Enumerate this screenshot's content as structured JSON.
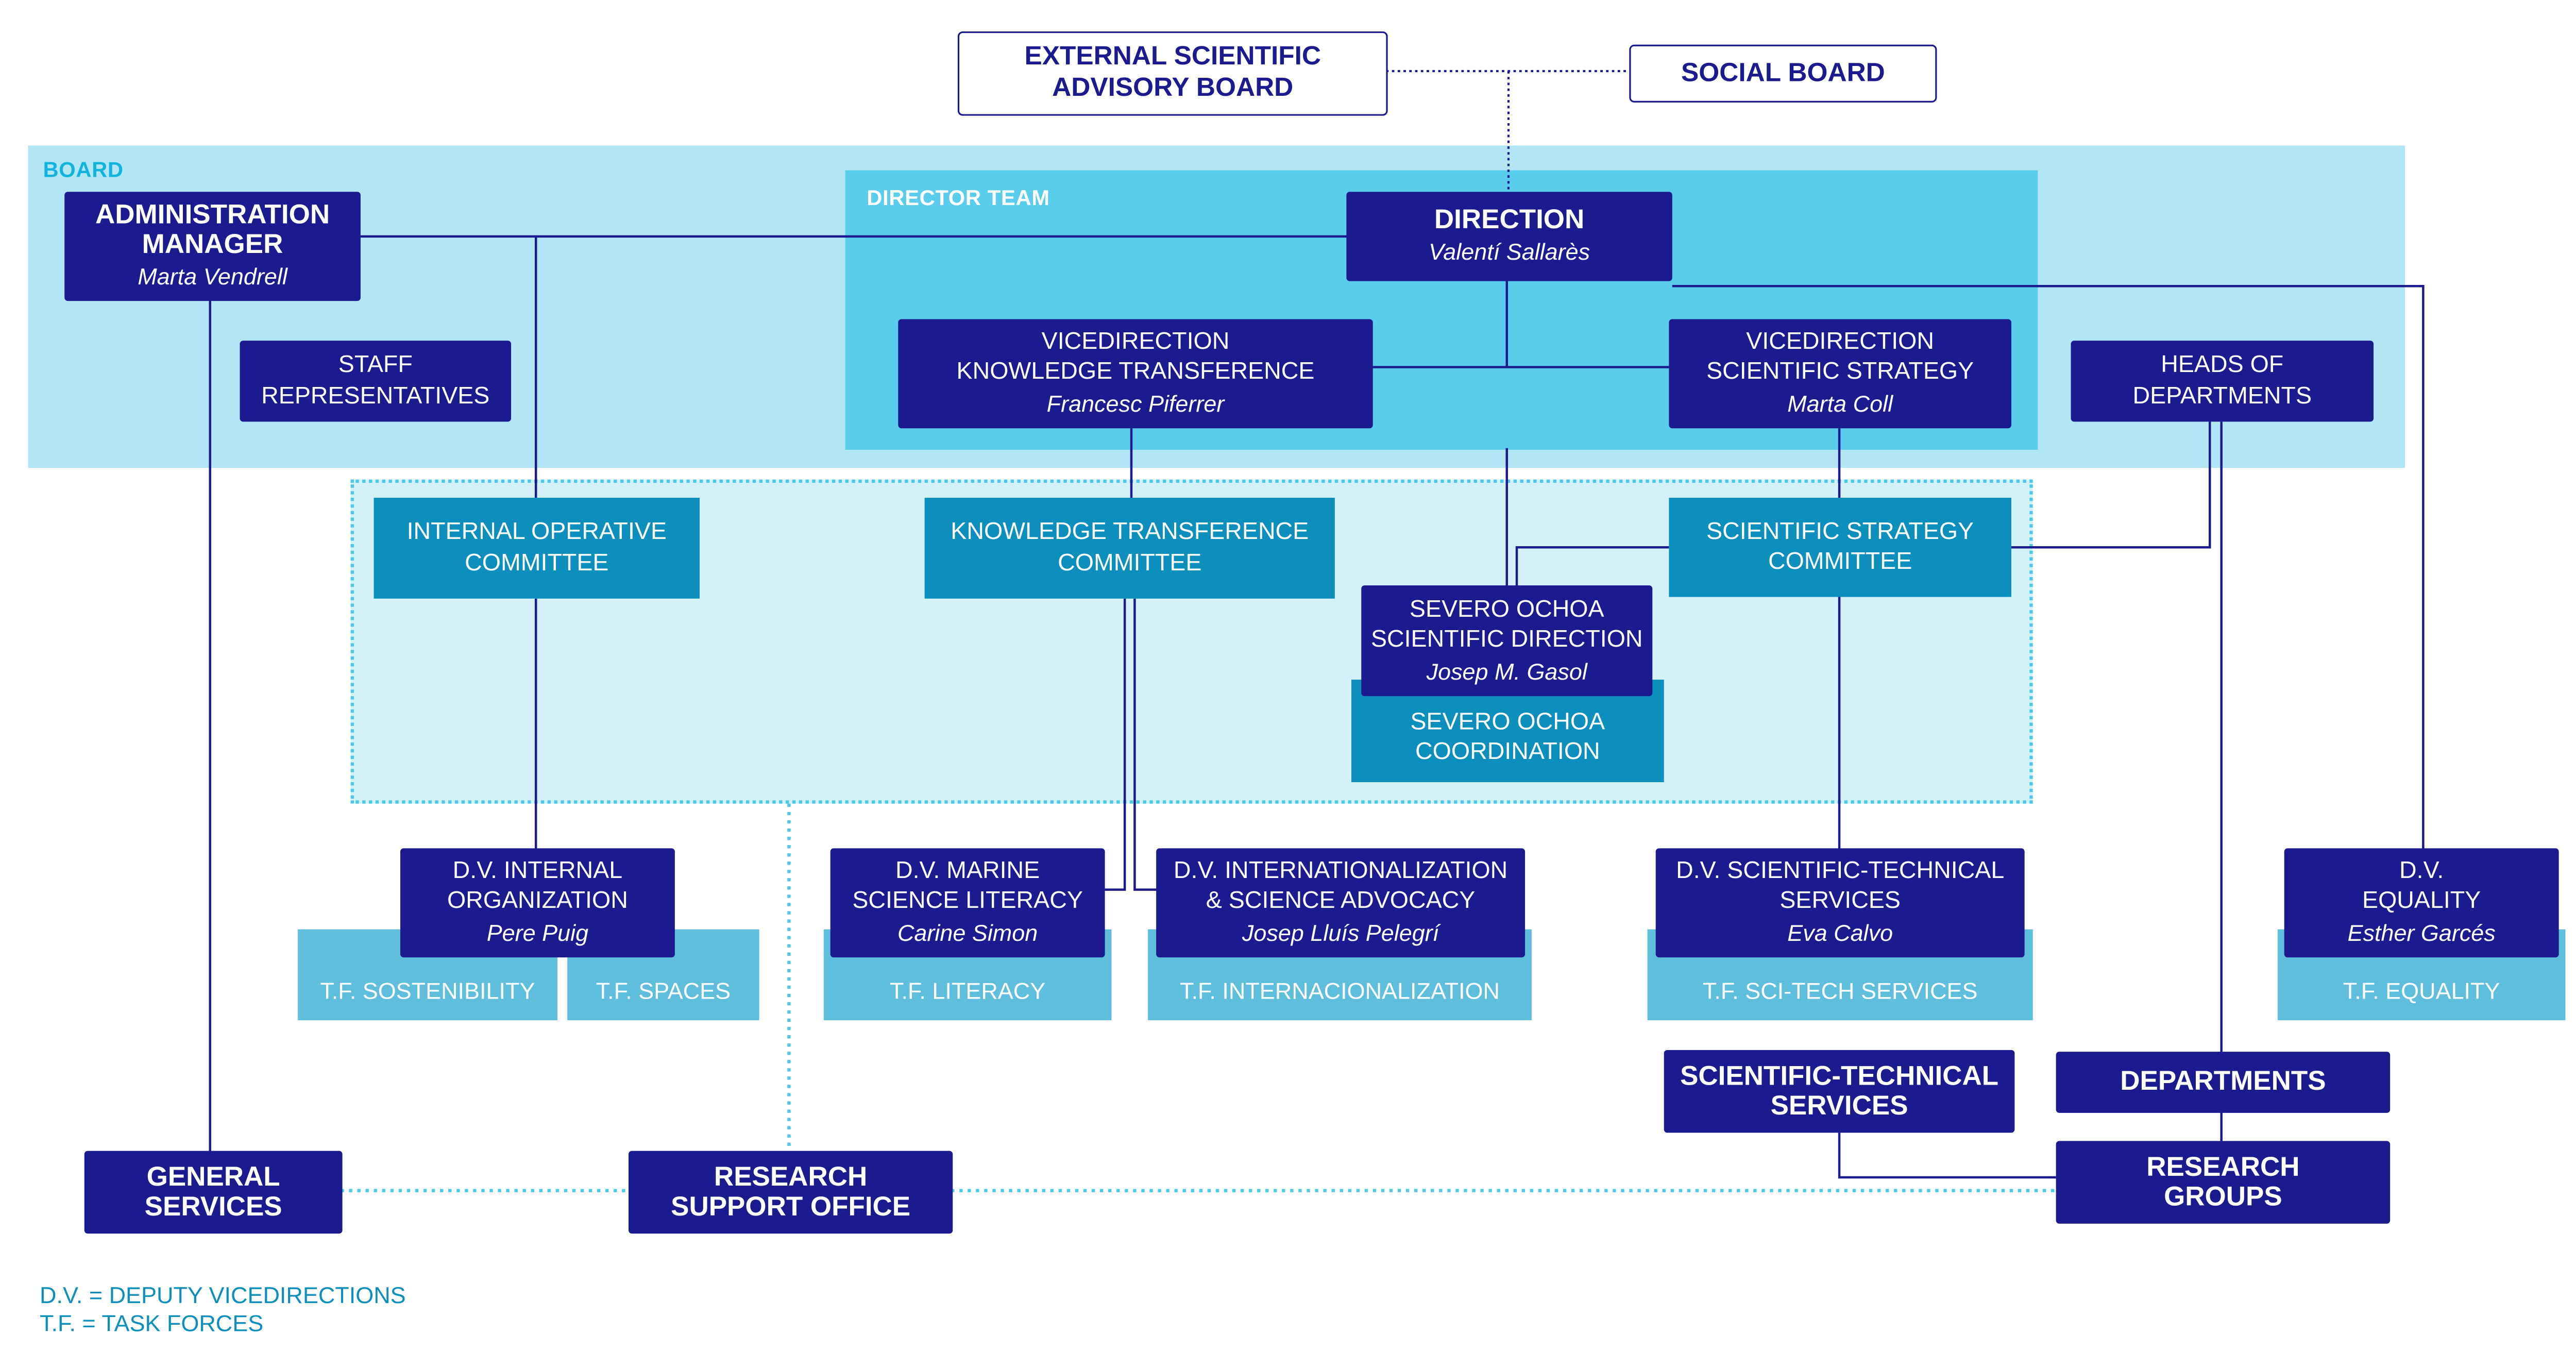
{
  "top": {
    "advisory_board": "EXTERNAL SCIENTIFIC\nADVISORY BOARD",
    "social_board": "SOCIAL BOARD"
  },
  "areas": {
    "board_label": "BOARD",
    "director_team_label": "DIRECTOR TEAM"
  },
  "nodes": {
    "admin_manager": {
      "title": "ADMINISTRATION\nMANAGER",
      "person": "Marta Vendrell"
    },
    "staff_reps": {
      "title": "STAFF\nREPRESENTATIVES"
    },
    "direction": {
      "title": "DIRECTION",
      "person": "Valentí Sallarès"
    },
    "vd_knowledge": {
      "title": "VICEDIRECTION\nKNOWLEDGE TRANSFERENCE",
      "person": "Francesc Piferrer"
    },
    "vd_strategy": {
      "title": "VICEDIRECTION\nSCIENTIFIC STRATEGY",
      "person": "Marta Coll"
    },
    "heads_departments": {
      "title": "HEADS OF\nDEPARTMENTS"
    },
    "internal_committee": {
      "title": "INTERNAL OPERATIVE\nCOMMITTEE"
    },
    "knowledge_committee": {
      "title": "KNOWLEDGE TRANSFERENCE\nCOMMITTEE"
    },
    "strategy_committee": {
      "title": "SCIENTIFIC STRATEGY\nCOMMITTEE"
    },
    "severo_direction": {
      "title": "SEVERO OCHOA\nSCIENTIFIC DIRECTION",
      "person": "Josep M. Gasol"
    },
    "severo_coordination": {
      "title": "SEVERO OCHOA\nCOORDINATION"
    },
    "dv_internal": {
      "title": "D.V. INTERNAL\nORGANIZATION",
      "person": "Pere Puig"
    },
    "dv_marine": {
      "title": "D.V. MARINE\nSCIENCE LITERACY",
      "person": "Carine Simon"
    },
    "dv_international": {
      "title": "D.V. INTERNATIONALIZATION\n& SCIENCE ADVOCACY",
      "person": "Josep Lluís Pelegrí"
    },
    "dv_scitech": {
      "title": "D.V. SCIENTIFIC-TECHNICAL\nSERVICES",
      "person": "Eva Calvo"
    },
    "dv_equality": {
      "title": "D.V.\nEQUALITY",
      "person": "Esther Garcés"
    },
    "sci_tech_services": {
      "title": "SCIENTIFIC-TECHNICAL\nSERVICES"
    },
    "departments": {
      "title": "DEPARTMENTS"
    },
    "research_groups": {
      "title": "RESEARCH\nGROUPS"
    },
    "general_services": {
      "title": "GENERAL\nSERVICES"
    },
    "research_support": {
      "title": "RESEARCH\nSUPPORT OFFICE"
    }
  },
  "task_forces": {
    "sostenibility": "T.F. SOSTENIBILITY",
    "spaces": "T.F. SPACES",
    "literacy": "T.F. LITERACY",
    "internacionalization": "T.F. INTERNACIONALIZATION",
    "scitech": "T.F. SCI-TECH SERVICES",
    "equality": "T.F. EQUALITY"
  },
  "legend": {
    "dv": "D.V. = DEPUTY VICEDIRECTIONS",
    "tf": "T.F. = TASK FORCES"
  },
  "colors": {
    "navy": "#1c1a8f",
    "teal": "#0c8fbd",
    "task_force": "#5fbedc",
    "board_area": "#b2e6f4",
    "director_area": "#5bcdec",
    "committee_area": "#d4f1fa",
    "dotted_line": "#4cc9e6"
  }
}
